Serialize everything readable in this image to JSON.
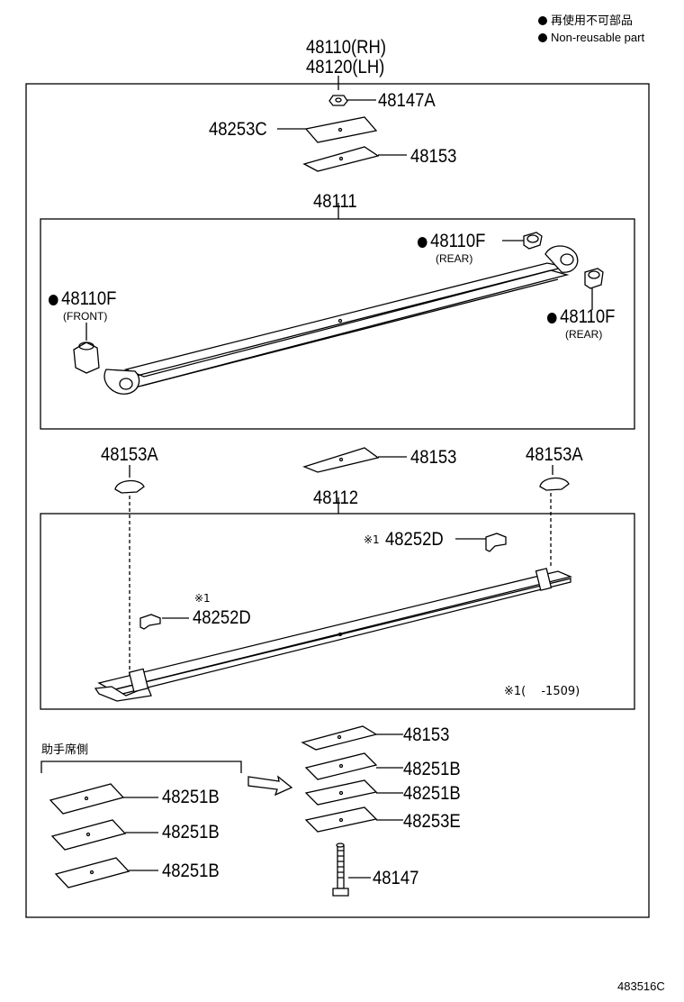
{
  "legend": {
    "line1": "再使用不可部品",
    "line2": "Non-reusable part"
  },
  "assembly": {
    "rh": "48110(RH)",
    "lh": "48120(LH)"
  },
  "parts": {
    "nut": "48147A",
    "plate_c": "48253C",
    "pad_top": "48153",
    "main_leaf": "48111",
    "bushing_rear_1": "48110F",
    "bushing_rear_1_note": "(REAR)",
    "bushing_front": "48110F",
    "bushing_front_note": "(FRONT)",
    "bushing_rear_2": "48110F",
    "bushing_rear_2_note": "(REAR)",
    "bumper_left": "48153A",
    "pad_mid": "48153",
    "bumper_right": "48153A",
    "second_leaf": "48112",
    "clip_right_mark": "※1",
    "clip_right": "48252D",
    "clip_left_mark": "※1",
    "clip_left": "48252D",
    "note": "※1(　 -1509)",
    "pad_low": "48153",
    "spacer_b1": "48251B",
    "spacer_b2": "48251B",
    "plate_e": "48253E",
    "bolt": "48147",
    "passenger_side": "助手席側",
    "side_b1": "48251B",
    "side_b2": "48251B",
    "side_b3": "48251B"
  },
  "diagram_code": "483516C"
}
